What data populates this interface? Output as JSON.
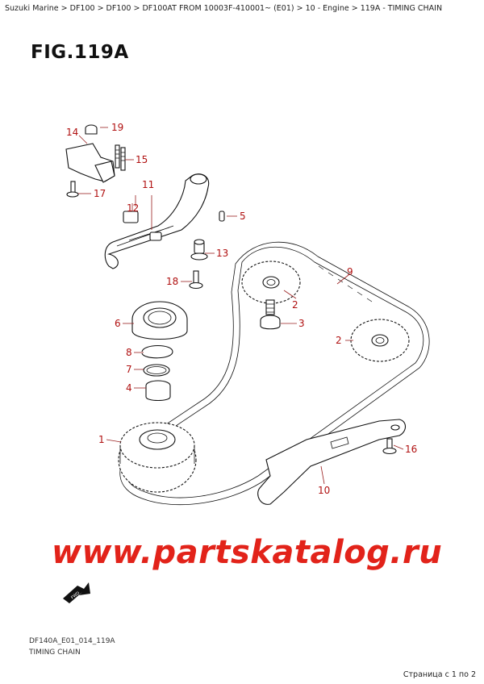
{
  "breadcrumb": "Suzuki Marine > DF100 > DF100 > DF100AT FROM 10003F-410001~ (E01) > 10 - Engine > 119A - TIMING CHAIN",
  "figure_title": "FIG.119A",
  "callouts": {
    "c1": "1",
    "c2a": "2",
    "c2b": "2",
    "c3": "3",
    "c4": "4",
    "c5": "5",
    "c6": "6",
    "c7": "7",
    "c8": "8",
    "c9": "9",
    "c10": "10",
    "c11": "11",
    "c12": "12",
    "c13": "13",
    "c14": "14",
    "c15": "15",
    "c16": "16",
    "c17": "17",
    "c18": "18",
    "c19": "19"
  },
  "fwd_label": "FWD",
  "watermark": "www.partskatalog.ru",
  "code_label": "DF140A_E01_014_119A",
  "caption": "TIMING CHAIN",
  "page_info": "Страница с 1 по 2",
  "colors": {
    "callout": "#b01010",
    "watermark": "#e2231a"
  }
}
